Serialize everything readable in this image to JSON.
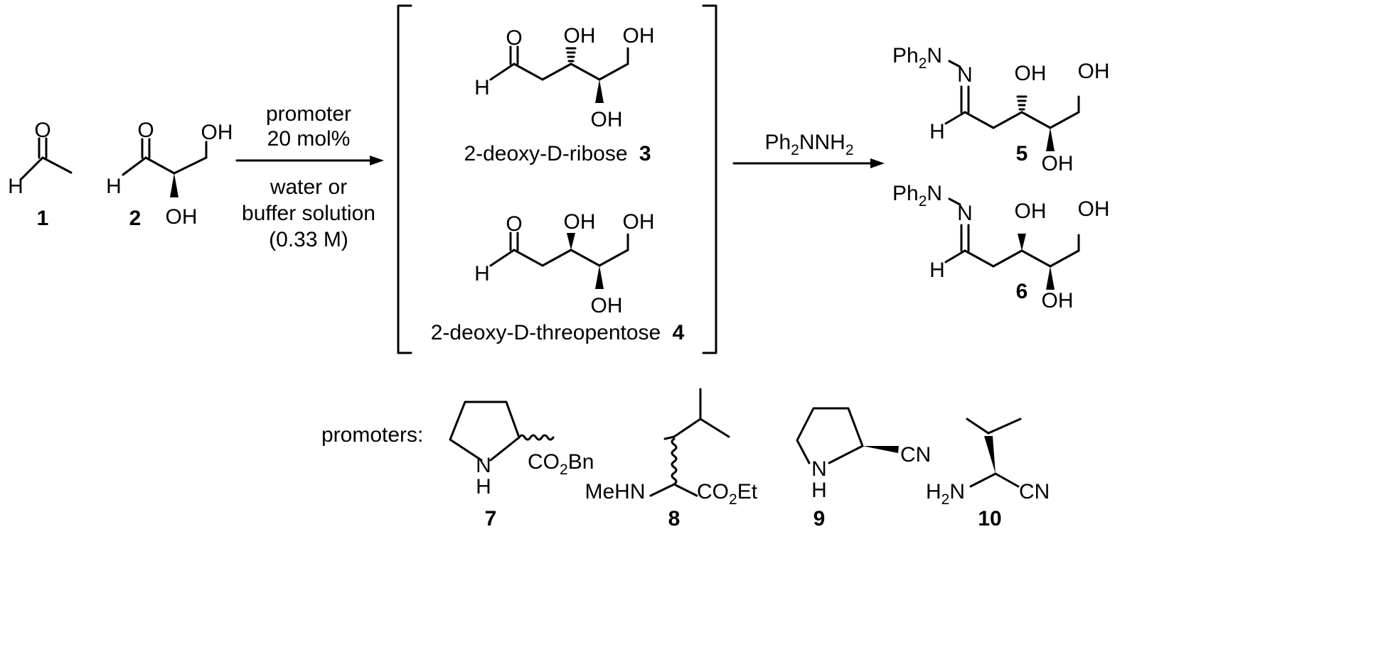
{
  "compounds": {
    "c1": {
      "number": "1",
      "atoms": {
        "o": "O",
        "h": "H"
      }
    },
    "c2": {
      "number": "2",
      "atoms": {
        "o": "O",
        "h": "H",
        "oh1": "OH",
        "oh2": "OH"
      }
    },
    "c3": {
      "number": "3",
      "name": "2-deoxy-D-ribose",
      "atoms": {
        "o": "O",
        "h": "H",
        "oh1": "OH",
        "oh2": "OH",
        "oh3": "OH"
      }
    },
    "c4": {
      "number": "4",
      "name": "2-deoxy-D-threopentose",
      "atoms": {
        "o": "O",
        "h": "H",
        "oh1": "OH",
        "oh2": "OH",
        "oh3": "OH"
      }
    },
    "c5": {
      "number": "5",
      "atoms": {
        "ph": "Ph",
        "sub": "2",
        "n": "N",
        "n2": "N",
        "h": "H",
        "oh1": "OH",
        "oh2": "OH",
        "oh3": "OH"
      }
    },
    "c6": {
      "number": "6",
      "atoms": {
        "ph": "Ph",
        "sub": "2",
        "n": "N",
        "n2": "N",
        "h": "H",
        "oh1": "OH",
        "oh2": "OH",
        "oh3": "OH"
      }
    },
    "c7": {
      "number": "7",
      "atoms": {
        "n": "N",
        "h": "H",
        "co": "CO",
        "sub": "2",
        "bn": "Bn"
      }
    },
    "c8": {
      "number": "8",
      "atoms": {
        "mehn": "MeHN",
        "co": "CO",
        "sub": "2",
        "et": "Et"
      }
    },
    "c9": {
      "number": "9",
      "atoms": {
        "n": "N",
        "h": "H",
        "cn": "CN"
      }
    },
    "c10": {
      "number": "10",
      "atoms": {
        "h": "H",
        "sub": "2",
        "n": "N",
        "cn": "CN"
      }
    }
  },
  "arrow1": {
    "above": [
      "promoter",
      "20 mol%"
    ],
    "below": [
      "water or",
      "buffer solution",
      "(0.33 M)"
    ]
  },
  "arrow2": {
    "reagent": {
      "ph": "Ph",
      "sub1": "2",
      "nnh": "NNH",
      "sub2": "2"
    }
  },
  "promoters_label": "promoters:"
}
